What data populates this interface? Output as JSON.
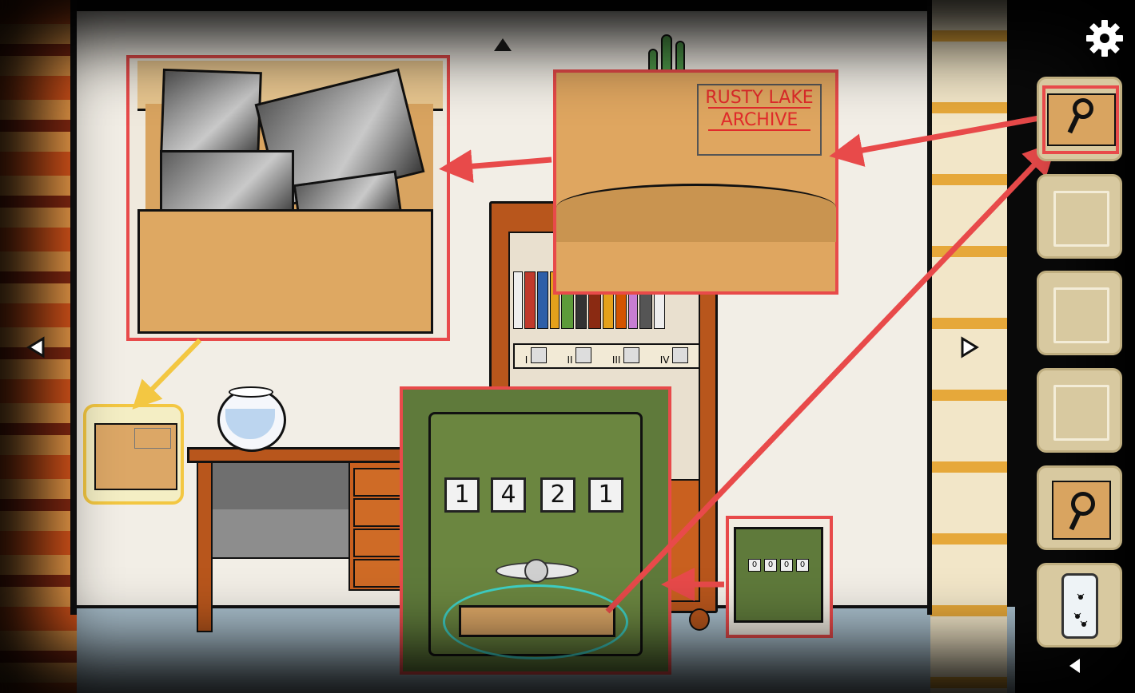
{
  "scene": {
    "archive_label": [
      "RUSTY LAKE",
      "ARCHIVE"
    ],
    "safe_code_zoom": [
      "1",
      "4",
      "2",
      "1"
    ],
    "safe_code_small": [
      "0",
      "0",
      "0",
      "0"
    ],
    "shelf_numerals": [
      "I",
      "II",
      "III",
      "IV"
    ]
  },
  "navigation": {
    "up_icon": "triangle-up",
    "left_icon": "triangle-left",
    "right_icon": "triangle-right",
    "settings_icon": "gear",
    "inventory_back_icon": "triangle-left"
  },
  "inventory": [
    {
      "item": "archive-box-with-magnifier",
      "selected": true
    },
    {
      "item": "empty",
      "selected": false
    },
    {
      "item": "empty",
      "selected": false
    },
    {
      "item": "empty",
      "selected": false
    },
    {
      "item": "magnifying-glass",
      "selected": false
    },
    {
      "item": "jar-with-flies",
      "selected": false
    }
  ],
  "colors": {
    "highlight_red": "#e84a4a",
    "highlight_yellow": "#f3c742",
    "highlight_cyan": "#3fd1c6",
    "archive_text": "#e12b2b"
  }
}
